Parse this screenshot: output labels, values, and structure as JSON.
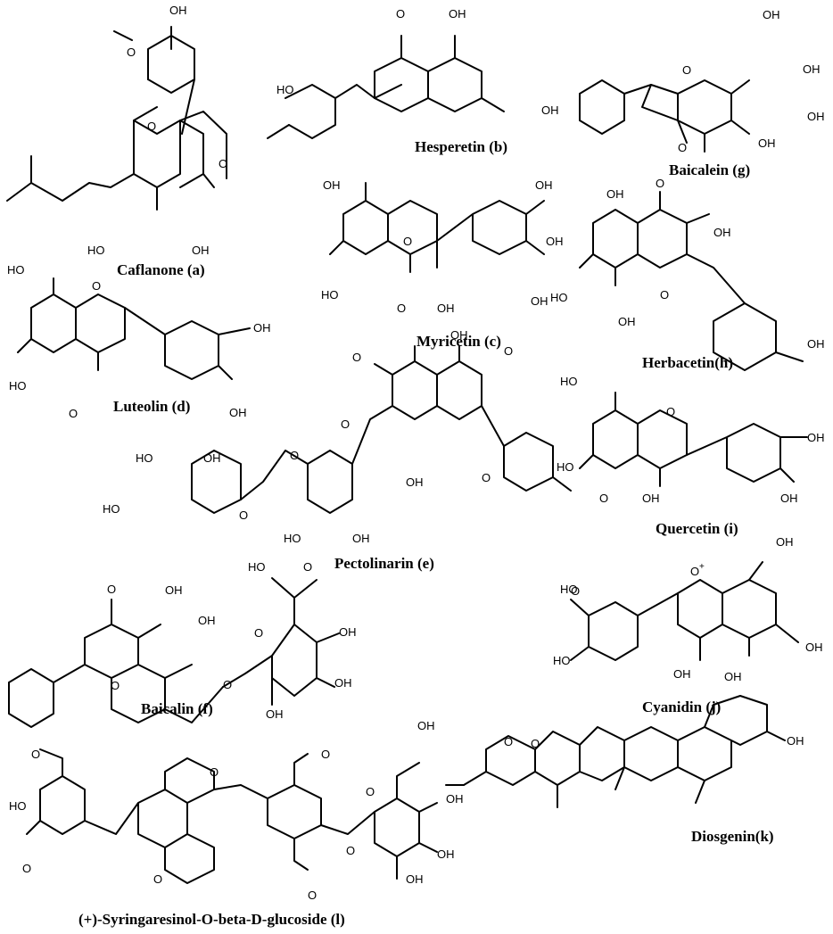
{
  "figure": {
    "compounds": [
      {
        "key": "a",
        "caption": "Caflanone (a)"
      },
      {
        "key": "b",
        "caption": "Hesperetin (b)"
      },
      {
        "key": "c",
        "caption": "Myricetin (c)"
      },
      {
        "key": "d",
        "caption": "Luteolin (d)"
      },
      {
        "key": "e",
        "caption": "Pectolinarin (e)"
      },
      {
        "key": "f",
        "caption": "Baicalin (f)"
      },
      {
        "key": "g",
        "caption": "Baicalein (g)"
      },
      {
        "key": "h",
        "caption": "Herbacetin(h)"
      },
      {
        "key": "i",
        "caption": "Quercetin (i)"
      },
      {
        "key": "j",
        "caption": "Cyanidin (j)"
      },
      {
        "key": "k",
        "caption": "Diosgenin(k)"
      },
      {
        "key": "l",
        "caption": "(+)-Syringaresinol-O-beta-D-glucoside (l)"
      }
    ],
    "atom_labels": {
      "oh": "OH",
      "ho": "HO",
      "o": "O",
      "o_plus": "O",
      "plus": "+"
    }
  }
}
